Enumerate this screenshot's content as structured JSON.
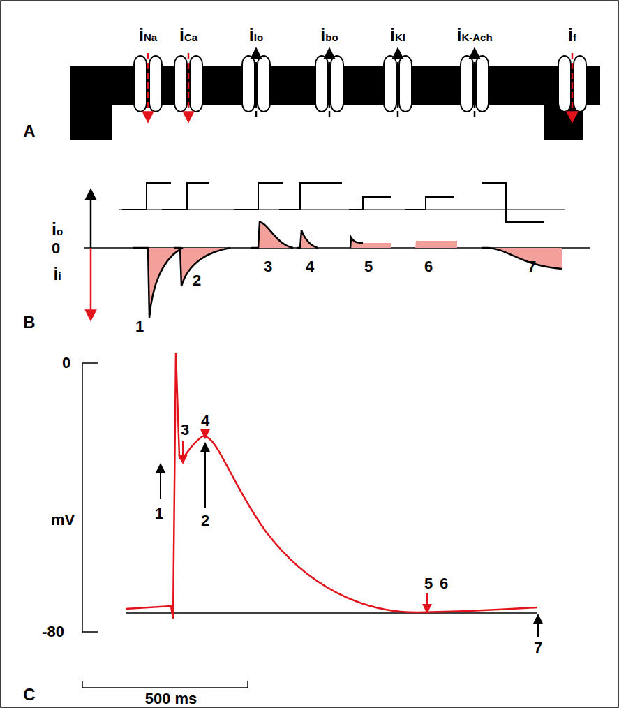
{
  "diagram": {
    "labels": [
      "iNa",
      "iCa",
      "iIo",
      "ibo",
      "iKI",
      "iK-Ach",
      "if",
      "A",
      "io",
      "0",
      "ii",
      "B",
      "1",
      "2",
      "3",
      "4",
      "5",
      "6",
      "7",
      "0",
      "mV",
      "-80",
      "C",
      "500 ms",
      "1",
      "2",
      "3",
      "4",
      "5",
      "6",
      "7"
    ]
  }
}
